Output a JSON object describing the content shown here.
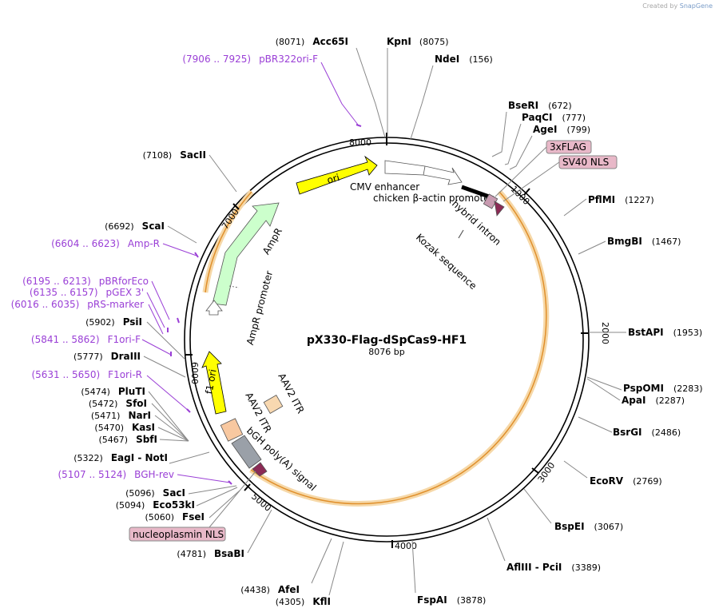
{
  "credit": {
    "prefix": "Created by",
    "brand": "SnapGene"
  },
  "map": {
    "name": "pX330-Flag-dSpCas9-HF1",
    "size_label": "8076 bp",
    "length": 8076,
    "tick_labels": [
      "1000",
      "2000",
      "3000",
      "4000",
      "5000",
      "6000",
      "7000",
      "8000"
    ],
    "colors": {
      "backbone": "#000000",
      "primer": "#9a3fd6",
      "ori": "#ffff00",
      "ampr": "#ccffcc",
      "highlight": "#f0b040",
      "nls": "#e8b8c8",
      "polyA": "#9aa0a8",
      "itr": "#f8d8b0"
    }
  },
  "sites": [
    {
      "name": "Acc65I",
      "pos": "(8071)",
      "side": "left"
    },
    {
      "name": "KpnI",
      "pos": "(8075)",
      "side": "right"
    },
    {
      "name": "NdeI",
      "pos": "(156)",
      "side": "right"
    },
    {
      "name": "BseRI",
      "pos": "(672)",
      "side": "right"
    },
    {
      "name": "PaqCI",
      "pos": "(777)",
      "side": "right"
    },
    {
      "name": "AgeI",
      "pos": "(799)",
      "side": "right"
    },
    {
      "name": "PflMI",
      "pos": "(1227)",
      "side": "right"
    },
    {
      "name": "BmgBI",
      "pos": "(1467)",
      "side": "right"
    },
    {
      "name": "BstAPI",
      "pos": "(1953)",
      "side": "right"
    },
    {
      "name": "PspOMI",
      "pos": "(2283)",
      "side": "right"
    },
    {
      "name": "ApaI",
      "pos": "(2287)",
      "side": "right"
    },
    {
      "name": "BsrGI",
      "pos": "(2486)",
      "side": "right"
    },
    {
      "name": "EcoRV",
      "pos": "(2769)",
      "side": "right"
    },
    {
      "name": "BspEI",
      "pos": "(3067)",
      "side": "right"
    },
    {
      "name": "AflIII - PciI",
      "pos": "(3389)",
      "side": "right"
    },
    {
      "name": "FspAI",
      "pos": "(3878)",
      "side": "right"
    },
    {
      "name": "KflI",
      "pos": "(4305)",
      "side": "left"
    },
    {
      "name": "AfeI",
      "pos": "(4438)",
      "side": "left"
    },
    {
      "name": "BsaBI",
      "pos": "(4781)",
      "side": "left"
    },
    {
      "name": "FseI",
      "pos": "(5060)",
      "side": "left"
    },
    {
      "name": "Eco53kI",
      "pos": "(5094)",
      "side": "left"
    },
    {
      "name": "SacI",
      "pos": "(5096)",
      "side": "left"
    },
    {
      "name": "EagI - NotI",
      "pos": "(5322)",
      "side": "left"
    },
    {
      "name": "SbfI",
      "pos": "(5467)",
      "side": "left"
    },
    {
      "name": "KasI",
      "pos": "(5470)",
      "side": "left"
    },
    {
      "name": "NarI",
      "pos": "(5471)",
      "side": "left"
    },
    {
      "name": "SfoI",
      "pos": "(5472)",
      "side": "left"
    },
    {
      "name": "PluTI",
      "pos": "(5474)",
      "side": "left"
    },
    {
      "name": "DraIII",
      "pos": "(5777)",
      "side": "left"
    },
    {
      "name": "PsiI",
      "pos": "(5902)",
      "side": "left"
    },
    {
      "name": "ScaI",
      "pos": "(6692)",
      "side": "left"
    },
    {
      "name": "SacII",
      "pos": "(7108)",
      "side": "left"
    }
  ],
  "primers": [
    {
      "name": "pBR322ori-F",
      "pos": "(7906 .. 7925)"
    },
    {
      "name": "Amp-R",
      "pos": "(6604 .. 6623)"
    },
    {
      "name": "pBRforEco",
      "pos": "(6195 .. 6213)"
    },
    {
      "name": "pGEX 3'",
      "pos": "(6135 .. 6157)"
    },
    {
      "name": "pRS-marker",
      "pos": "(6016 .. 6035)"
    },
    {
      "name": "F1ori-F",
      "pos": "(5841 .. 5862)"
    },
    {
      "name": "F1ori-R",
      "pos": "(5631 .. 5650)"
    },
    {
      "name": "BGH-rev",
      "pos": "(5107 .. 5124)"
    }
  ],
  "features": {
    "ori": "ori",
    "cmv": "CMV enhancer",
    "cba": "chicken β-actin promoter",
    "hybrid": "hybrid intron",
    "kozak": "Kozak sequence",
    "ampr": "AmpR",
    "ampr_promoter": "AmpR promoter",
    "f1ori": "f1 ori",
    "itr_top": "AAV2 ITR",
    "itr_bottom": "AAV2 ITR",
    "bgh": "bGH poly(A) signal"
  },
  "boxed_features": {
    "flag": "3xFLAG",
    "sv40": "SV40 NLS",
    "nucleoplasmin": "nucleoplasmin NLS"
  }
}
